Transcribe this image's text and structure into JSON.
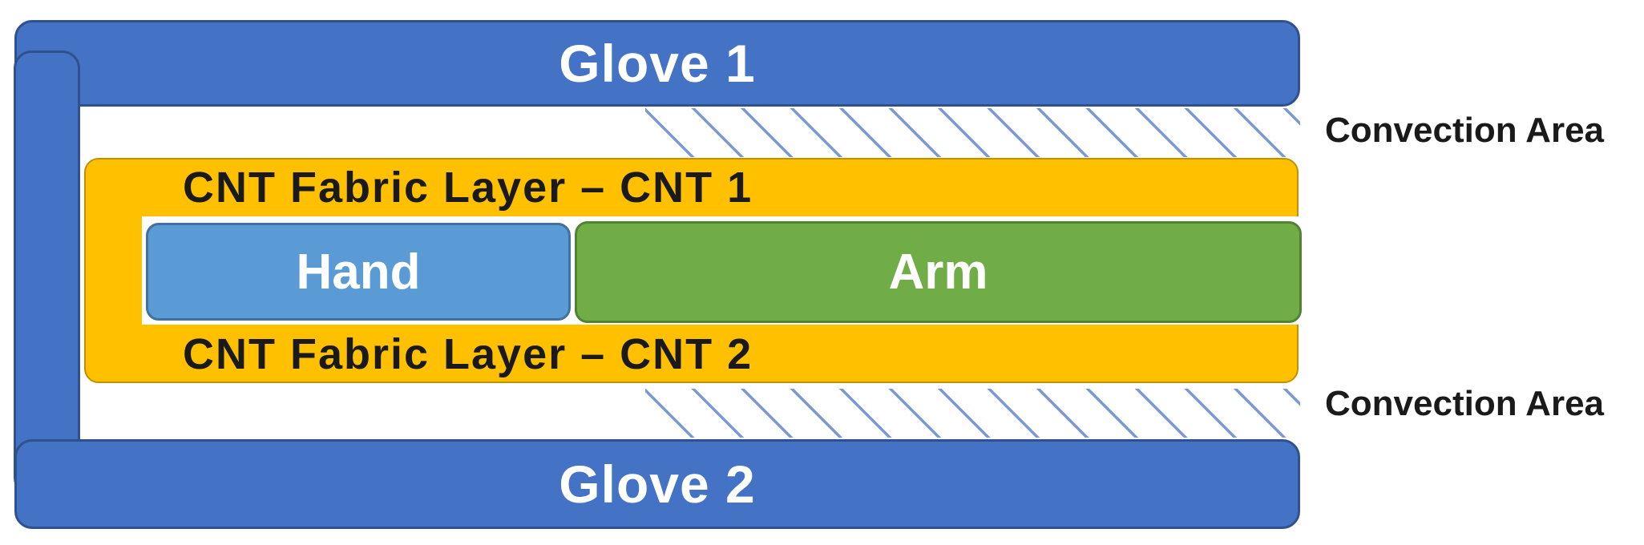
{
  "diagram": {
    "title_context": "Glove and CNT fabric layer stack schematic",
    "glove1": {
      "label": "Glove 1"
    },
    "glove2": {
      "label": "Glove 2"
    },
    "cnt_layer_1": {
      "label": "CNT Fabric Layer – CNT 1"
    },
    "cnt_layer_2": {
      "label": "CNT Fabric Layer – CNT 2"
    },
    "hand": {
      "label": "Hand"
    },
    "arm": {
      "label": "Arm"
    },
    "convection_top": {
      "label": "Convection Area"
    },
    "convection_bottom": {
      "label": "Convection Area"
    }
  },
  "colors": {
    "glove-blue": "#4472C4",
    "glove-border": "#2F528F",
    "cnt-yellow": "#FFC000",
    "cnt-border": "#BF9000",
    "hand-blue": "#5B9BD5",
    "hand-border": "#41719C",
    "arm-green": "#70AD47",
    "arm-border": "#548235",
    "hatch-blue": "#7B9AD4",
    "label-black": "#1A1A1A",
    "text-white": "#FFFFFF"
  }
}
